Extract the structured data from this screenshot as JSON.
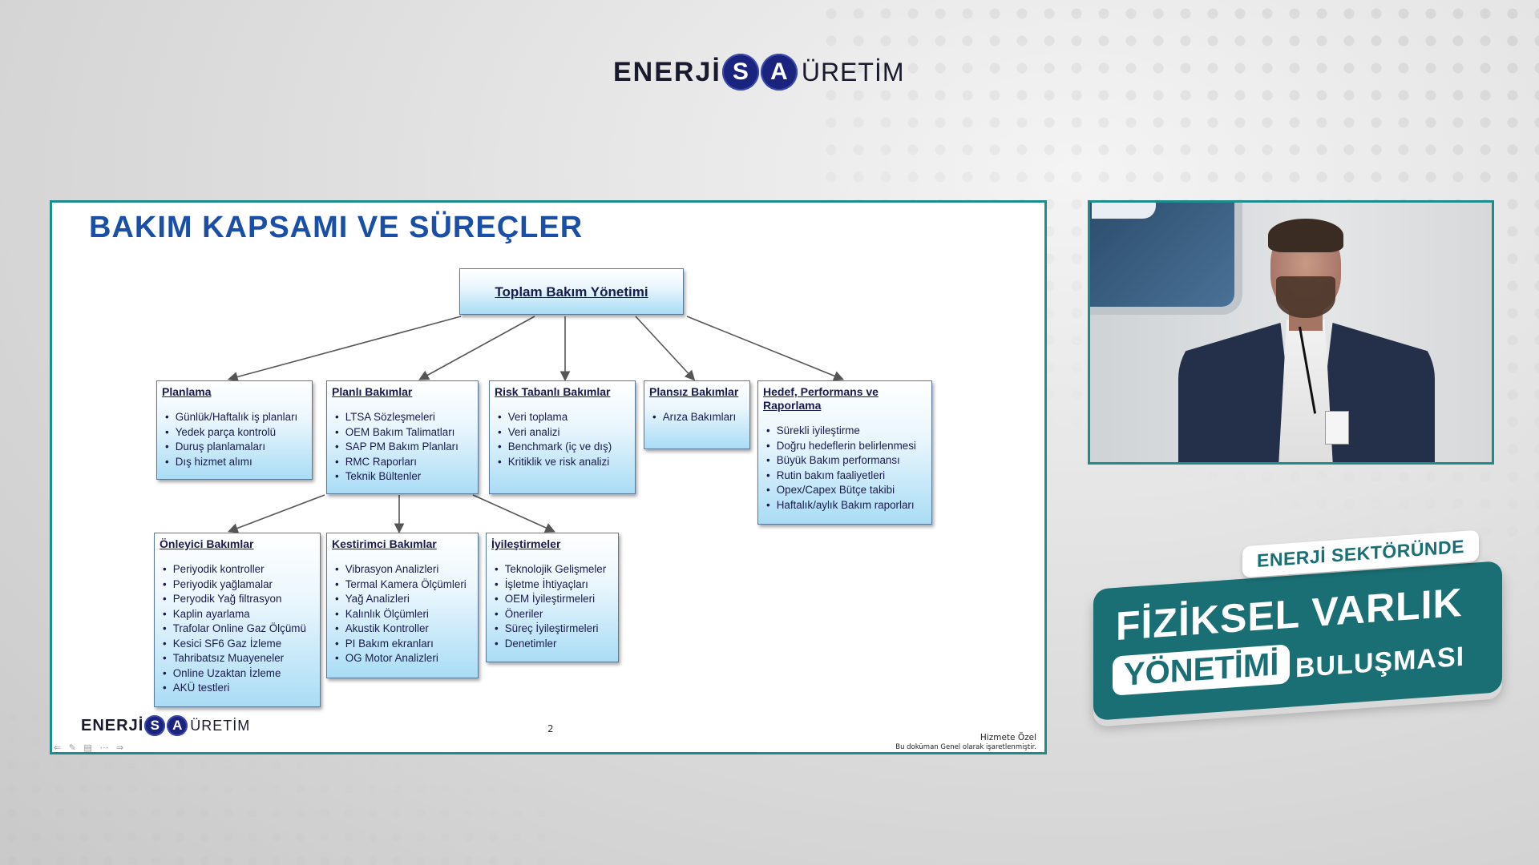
{
  "brand": {
    "part1": "ENERJİ",
    "circle_s": "S",
    "circle_a": "A",
    "part2": "ÜRETİM"
  },
  "slide": {
    "title": "BAKIM KAPSAMI VE SÜREÇLER",
    "root": "Toplam Bakım Yönetimi",
    "nodes": [
      {
        "title": "Planlama",
        "items": [
          "Günlük/Haftalık iş planları",
          "Yedek parça kontrolü",
          "Duruş planlamaları",
          "Dış hizmet alımı"
        ]
      },
      {
        "title": "Planlı Bakımlar",
        "items": [
          "LTSA Sözleşmeleri",
          "OEM Bakım Talimatları",
          "SAP PM Bakım Planları",
          "RMC Raporları",
          "Teknik Bültenler"
        ]
      },
      {
        "title": "Risk Tabanlı Bakımlar",
        "items": [
          "Veri toplama",
          "Veri analizi",
          "Benchmark (iç ve dış)",
          "Kritiklik ve risk analizi"
        ]
      },
      {
        "title": "Plansız Bakımlar",
        "items": [
          "Arıza Bakımları"
        ]
      },
      {
        "title": "Hedef, Performans ve Raporlama",
        "items": [
          "Sürekli iyileştirme",
          "Doğru hedeflerin belirlenmesi",
          "Büyük Bakım performansı",
          "Rutin bakım faaliyetleri",
          "Opex/Capex Bütçe takibi",
          "Haftalık/aylık Bakım raporları"
        ]
      },
      {
        "title": "Önleyici Bakımlar",
        "items": [
          "Periyodik kontroller",
          "Periyodik yağlamalar",
          "Peryodik Yağ filtrasyon",
          "Kaplin ayarlama",
          "Trafolar Online Gaz Ölçümü",
          "Kesici SF6 Gaz İzleme",
          "Tahribatsız Muayeneler",
          "Online Uzaktan İzleme",
          "AKÜ testleri"
        ]
      },
      {
        "title": "Kestirimci Bakımlar",
        "items": [
          "Vibrasyon Analizleri",
          "Termal Kamera Ölçümleri",
          "Yağ Analizleri",
          "Kalınlık Ölçümleri",
          "Akustik Kontroller",
          "PI Bakım ekranları",
          "OG Motor Analizleri"
        ]
      },
      {
        "title": "İyileştirmeler",
        "items": [
          "Teknolojik Gelişmeler",
          "İşletme İhtiyaçları",
          "OEM İyileştirmeleri",
          "Öneriler",
          "Süreç İyileştirmeleri",
          "Denetimler"
        ]
      }
    ],
    "page_number": "2",
    "classification": "Hizmete Özel",
    "classification_note": "Bu doküman Genel olarak işaretlenmiştir.",
    "tools": "⇐ ✎ ▤ ⋯ ⇒"
  },
  "event": {
    "top": "ENERJİ SEKTÖRÜNDE",
    "main": "FİZİKSEL VARLIK",
    "pill": "YÖNETİMİ",
    "side": "BULUŞMASI"
  },
  "colors": {
    "accent": "#1a6f74",
    "frame": "#1e8c8c",
    "slide_title": "#1a4fa8"
  }
}
